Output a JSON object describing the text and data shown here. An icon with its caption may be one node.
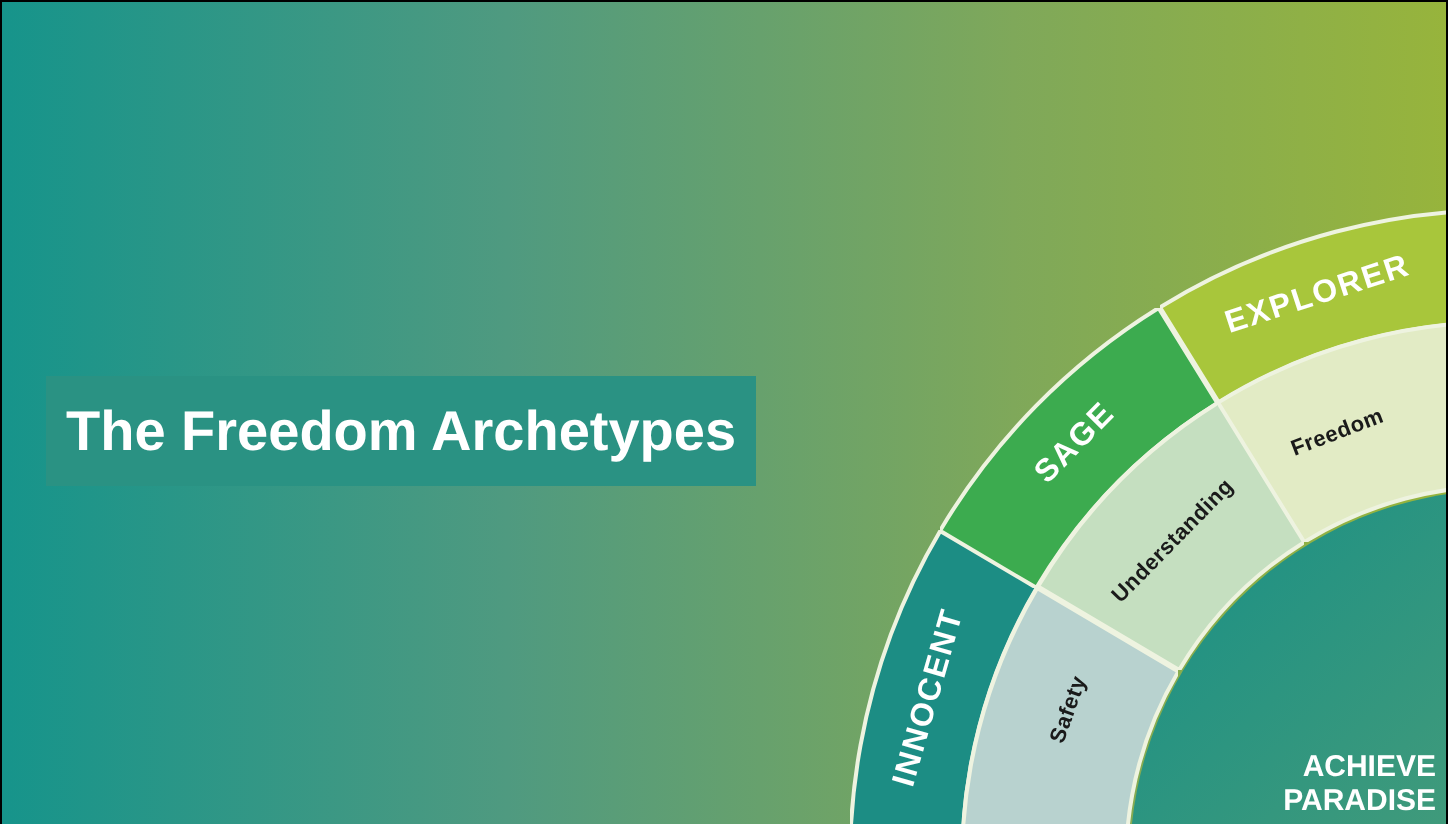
{
  "diagram": {
    "title": "The Freedom Archetypes",
    "nodes": [
      {
        "text": [
          "INNOCENT"
        ]
      },
      {
        "text": [
          "SAGE"
        ]
      },
      {
        "text": [
          "EXPLORER"
        ]
      },
      {
        "text": [
          "Safety"
        ]
      },
      {
        "text": [
          "Understanding"
        ]
      },
      {
        "text": [
          "Freedom"
        ]
      },
      {
        "text": [
          "ACHIEVE PARADISE"
        ]
      }
    ],
    "edges": []
  }
}
